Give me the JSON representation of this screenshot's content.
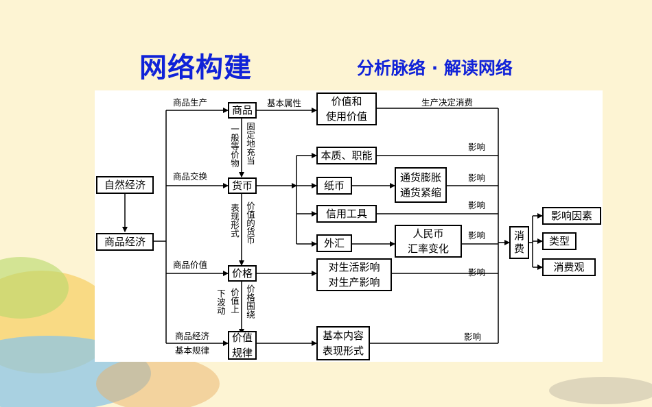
{
  "header": {
    "title": "网络构建",
    "subtitle": "分析脉络 · 解读网络"
  },
  "boxes": {
    "ziran": "自然经济",
    "shangpin_jingji": "商品经济",
    "shangpin": "商品",
    "huobi": "货币",
    "jiage": "价格",
    "jiazhi_guilv": "价值\n规律",
    "jiazhi_shiyong": "价值和\n使用价值",
    "benzhi": "本质、职能",
    "zhibi": "纸币",
    "tonghuo": "通货膨胀\n通货紧缩",
    "xinyong": "信用工具",
    "waihui": "外汇",
    "renminbi": "人民币\n汇率变化",
    "duishenghuo": "对生活影响\n对生产影响",
    "jiben": "基本内容\n表现形式",
    "xiaofei": "消\n费",
    "yingxiang_yinsu": "影响因素",
    "leixing": "类型",
    "xiaofeiguan": "消费观"
  },
  "labels": {
    "shangpin_shengchan": "商品生产",
    "shangpin_jiaohuan": "商品交换",
    "shangpin_jiazhi": "商品价值",
    "shangpin_jingji_top": "商品经济",
    "jiben_guilv": "基本规律",
    "jiben_shuxing": "基本属性",
    "shengchan_jueding": "生产决定消费",
    "yingxiang_1": "影响",
    "yingxiang_2": "影响",
    "yingxiang_3": "影响",
    "yingxiang_4": "影响",
    "yingxiang_5": "影响",
    "yingxiang_6": "影响",
    "yiban_dengjiawu": "一般等价物",
    "guding_dichongdang": "固定地充当",
    "biaoxian_xingshi": "表现形式",
    "jiazhi_de_huobi": "价值的货币",
    "jiazhi_shang": "价值上",
    "xia_bodong": "下波动",
    "jiage_weirao": "价格围绕"
  },
  "colors": {
    "title": "#1022d8",
    "background": "#fdf4d3",
    "line": "#000000"
  }
}
